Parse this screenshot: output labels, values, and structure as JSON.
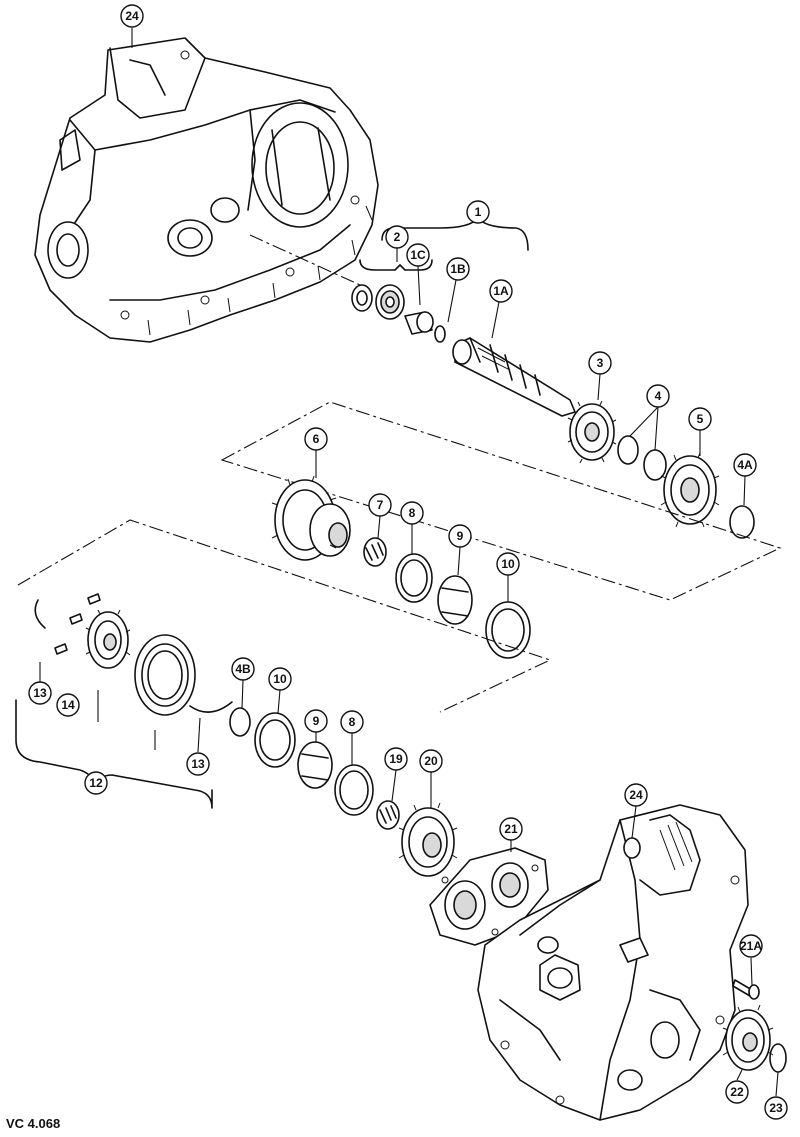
{
  "reference_code": "VC 4.068",
  "callouts": {
    "c24_top": "24",
    "c1": "1",
    "c2": "2",
    "c1C": "1C",
    "c1B": "1B",
    "c1A": "1A",
    "c3": "3",
    "c4": "4",
    "c5": "5",
    "c4A": "4A",
    "c6": "6",
    "c7": "7",
    "c8_top": "8",
    "c9_top": "9",
    "c10_top": "10",
    "c13_left": "13",
    "c14": "14",
    "c12": "12",
    "c13_mid": "13",
    "c4B": "4B",
    "c10_low": "10",
    "c9_low": "9",
    "c8_low": "8",
    "c19": "19",
    "c20": "20",
    "c21": "21",
    "c24_bottom": "24",
    "c21A": "21A",
    "c22": "22",
    "c23": "23"
  }
}
